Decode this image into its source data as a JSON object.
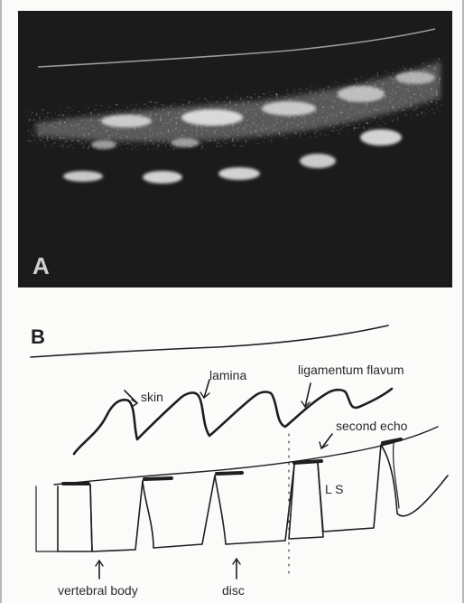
{
  "panel_a": {
    "label": "A"
  },
  "panel_b": {
    "label": "B",
    "annotations": {
      "skin": "skin",
      "lamina": "lamina",
      "ligamentum_flavum": "ligamentum flavum",
      "second_echo": "second echo",
      "ls": "L S",
      "vertebral_body": "vertebral body",
      "disc": "disc"
    }
  }
}
